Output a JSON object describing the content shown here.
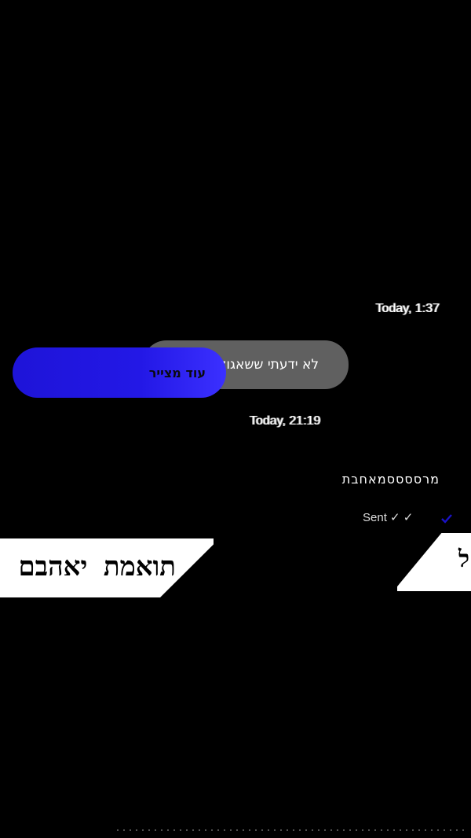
{
  "chat": {
    "timestamp_1": "Today, 1:37",
    "timestamp_2": "Today, 21:19",
    "received_message": "לא ידעתי ששאגוק עם מצייר",
    "sent_message": "עוד מצייר",
    "sent_preview": "מרססססמאחבת",
    "sent_status": "Sent ✓ ✓"
  },
  "banner": {
    "left_text": "תואמת יאהבם",
    "right_text": "ל"
  },
  "colors": {
    "background": "#000000",
    "received_bubble": "#606060",
    "sent_bubble": "#2318e6",
    "check": "#1a12c8"
  }
}
